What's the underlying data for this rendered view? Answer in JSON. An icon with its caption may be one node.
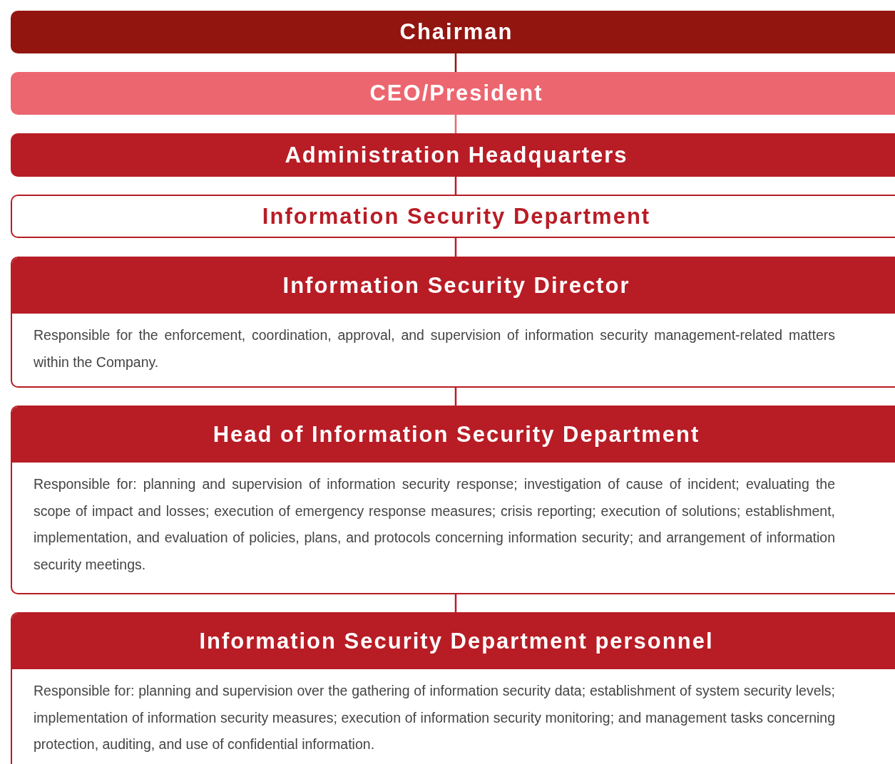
{
  "diagram": {
    "nodes": [
      {
        "text": [
          "Chairman"
        ]
      },
      {
        "text": [
          "CEO/President"
        ]
      },
      {
        "text": [
          "Administration Headquarters"
        ]
      },
      {
        "text": [
          "Information Security Department"
        ]
      },
      {
        "text": [
          "Information Security Director",
          "Responsible for the enforcement, coordination, approval, and supervision of information security management-related matters within the Company."
        ]
      },
      {
        "text": [
          "Head of Information Security Department",
          "Responsible for: planning and supervision of information security response; investigation of cause of incident; evaluating the scope of impact and losses; execution of emergency response measures; crisis reporting; execution of solutions; establishment, implementation, and evaluation of policies, plans, and protocols concerning information security; and arrangement of information security meetings."
        ]
      },
      {
        "text": [
          "Information Security Department personnel",
          "Responsible for: planning and supervision over the gathering of information security data; establishment of system security levels; implementation of information security measures; execution of information security monitoring; and management tasks concerning protection, auditing, and use of confidential information."
        ]
      }
    ],
    "edges": [
      {
        "from": 0,
        "to": 1,
        "arrow": "none",
        "color": "#921510"
      },
      {
        "from": 1,
        "to": 2,
        "arrow": "none",
        "color": "#ec6670"
      },
      {
        "from": 2,
        "to": 3,
        "arrow": "none"
      },
      {
        "from": 3,
        "to": 4,
        "arrow": "none"
      },
      {
        "from": 4,
        "to": 5,
        "arrow": "none"
      },
      {
        "from": 5,
        "to": 6,
        "arrow": "none"
      }
    ]
  }
}
